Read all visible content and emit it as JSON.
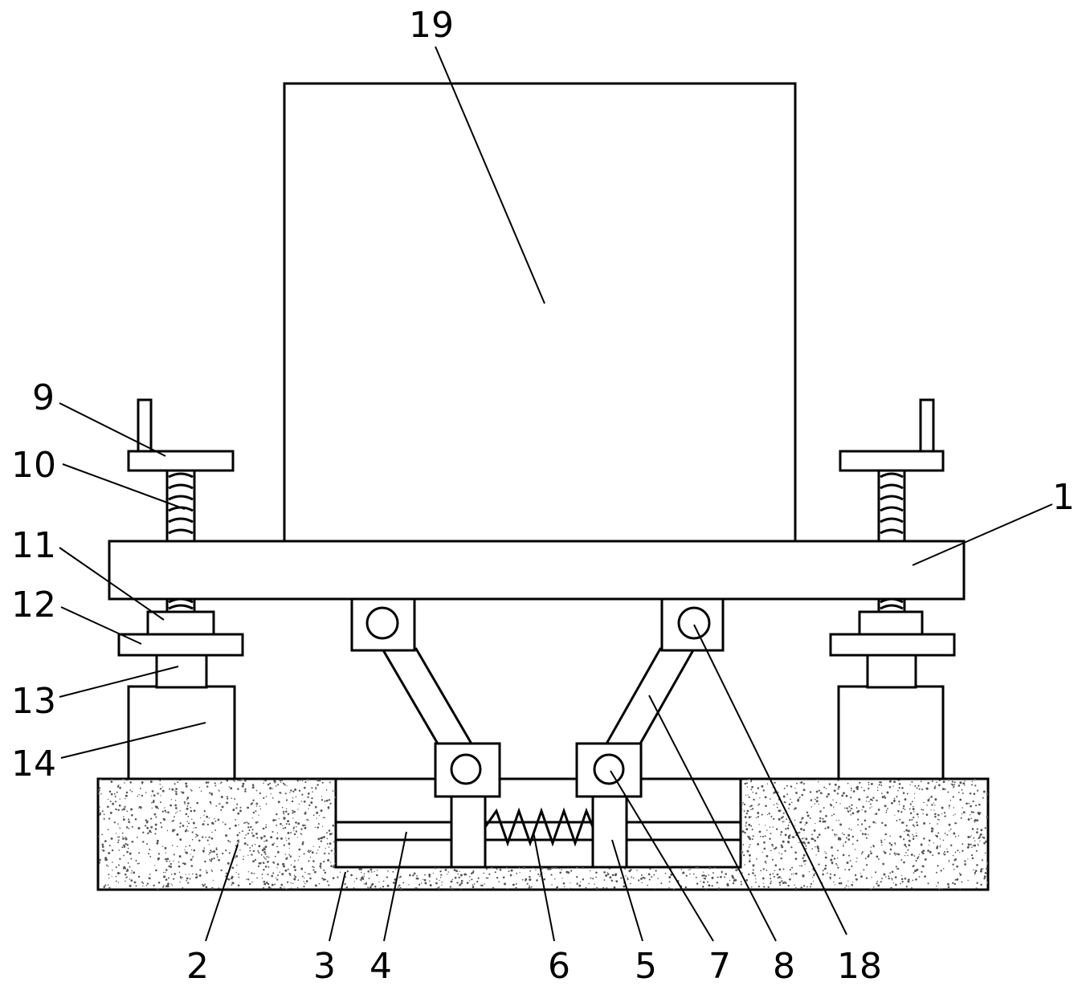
{
  "colors": {
    "stroke": "#000000",
    "background": "#ffffff",
    "stipple": "#555555"
  },
  "labels": {
    "l1": "1",
    "l2": "2",
    "l3": "3",
    "l4": "4",
    "l5": "5",
    "l6": "6",
    "l7": "7",
    "l8": "8",
    "l9": "9",
    "l10": "10",
    "l11": "11",
    "l12": "12",
    "l13": "13",
    "l14": "14",
    "l18": "18",
    "l19": "19"
  }
}
